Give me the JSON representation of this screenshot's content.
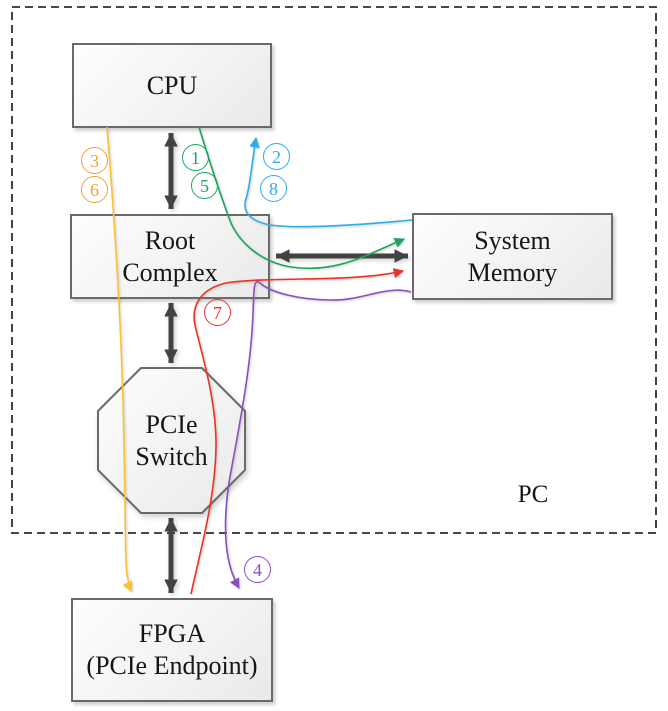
{
  "region": {
    "label": "PC"
  },
  "nodes": {
    "cpu": {
      "label": "CPU"
    },
    "root_complex": {
      "line1": "Root",
      "line2": "Complex"
    },
    "system_memory": {
      "line1": "System",
      "line2": "Memory"
    },
    "pcie_switch": {
      "line1": "PCIe",
      "line2": "Switch"
    },
    "fpga": {
      "line1": "FPGA",
      "line2": "(PCIe Endpoint)"
    }
  },
  "flow_steps": [
    {
      "num": "1",
      "color_key": "green"
    },
    {
      "num": "2",
      "color_key": "cyan"
    },
    {
      "num": "3",
      "color_key": "orange"
    },
    {
      "num": "4",
      "color_key": "purple"
    },
    {
      "num": "5",
      "color_key": "green"
    },
    {
      "num": "6",
      "color_key": "orange"
    },
    {
      "num": "7",
      "color_key": "red"
    },
    {
      "num": "8",
      "color_key": "cyan"
    }
  ],
  "colors": {
    "green": "#1AA75D",
    "cyan": "#29AEEA",
    "orange": "#F4A137",
    "yellow": "#FDC32E",
    "red": "#EE3124",
    "purple": "#8A4EBF",
    "connector": "#424242",
    "box_border": "#6A6A6A",
    "dashed_border": "#2E2E2E"
  }
}
